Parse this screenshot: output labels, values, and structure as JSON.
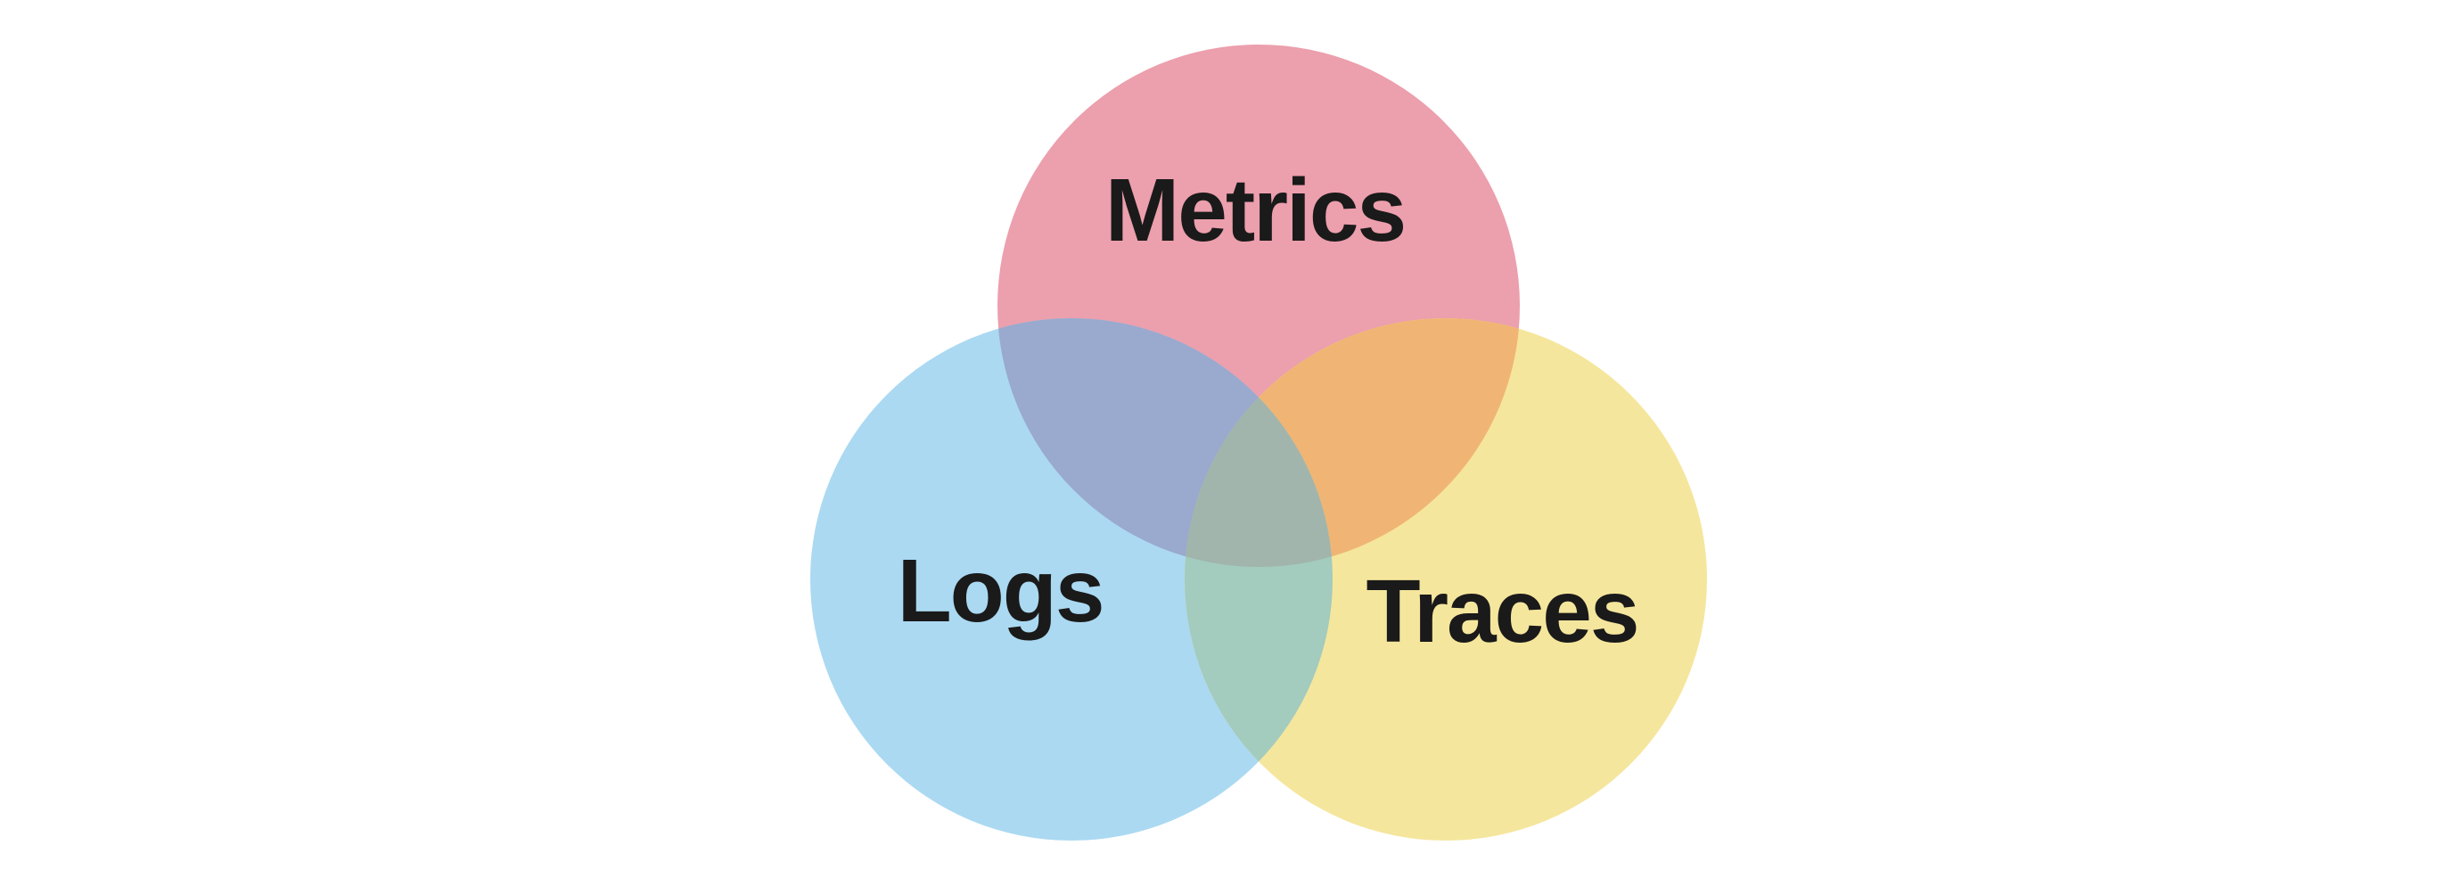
{
  "diagram": {
    "type": "venn",
    "background_color": "#FFFFFF",
    "label_color": "#1A1A1A",
    "sets": [
      {
        "id": "metrics",
        "label": "Metrics",
        "color": "#EC9FAD"
      },
      {
        "id": "logs",
        "label": "Logs",
        "color": "#ABD9F2"
      },
      {
        "id": "traces",
        "label": "Traces",
        "color": "#F5E69D"
      }
    ],
    "overlaps": [
      {
        "id": "metrics-logs",
        "between": [
          "Metrics",
          "Logs"
        ],
        "color": "#9AA9CE"
      },
      {
        "id": "metrics-traces",
        "between": [
          "Metrics",
          "Traces"
        ],
        "color": "#F0B574"
      },
      {
        "id": "logs-traces",
        "between": [
          "Logs",
          "Traces"
        ],
        "color": "#A3CBBE"
      },
      {
        "id": "metrics-logs-traces",
        "between": [
          "Metrics",
          "Logs",
          "Traces"
        ],
        "color": "#A1B5AC"
      }
    ]
  }
}
